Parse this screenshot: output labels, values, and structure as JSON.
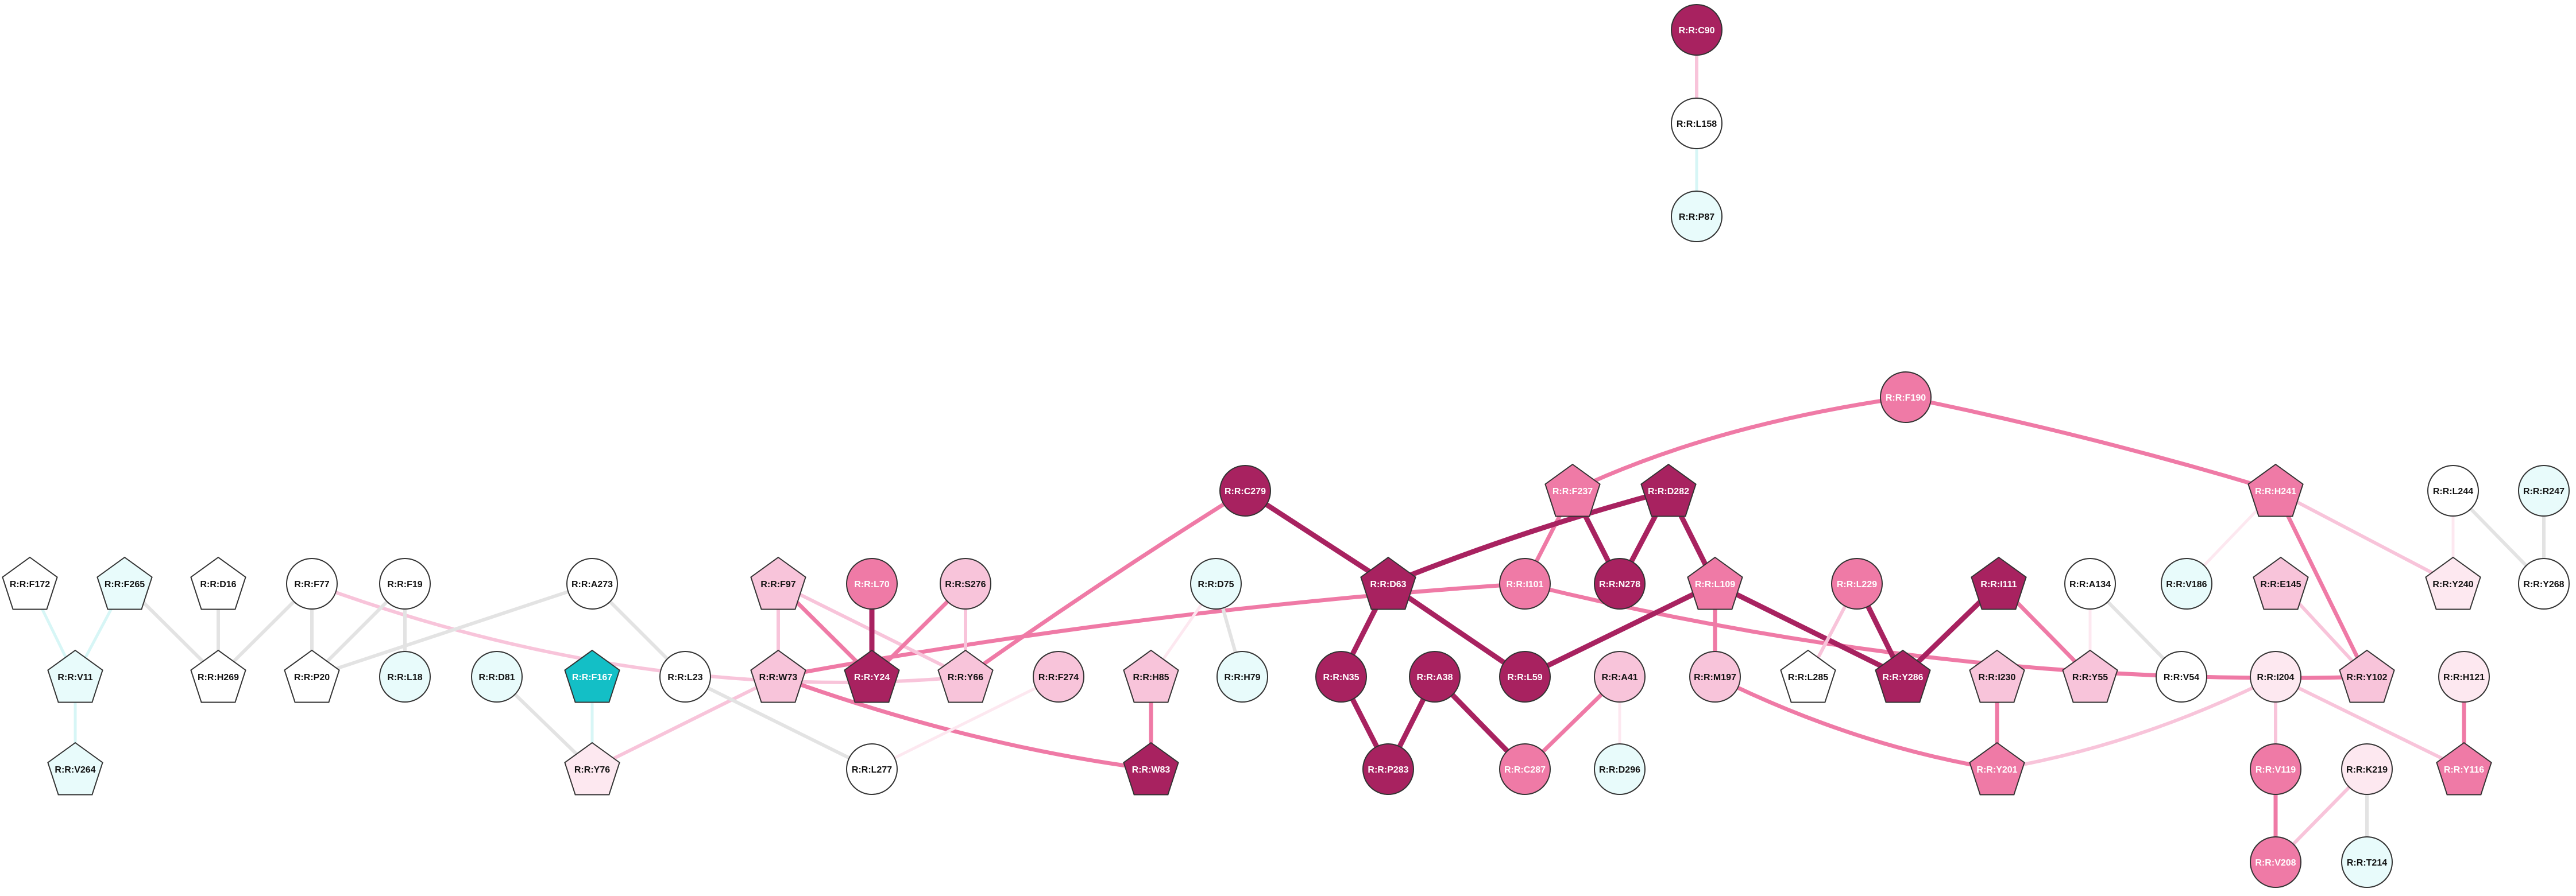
{
  "colors": {
    "dark": "#a82260",
    "mid": "#ef7aa6",
    "light": "#f8c4da",
    "pale": "#fde8f0",
    "white": "#ffffff",
    "cyan_pale": "#e8fbfb",
    "cyan": "#13bfc6",
    "edge_gray": "#e3e3e3",
    "edge_cyan": "#d7f6f6",
    "outline": "#333333"
  },
  "nodes": [
    {
      "id": "C90",
      "label": "R:R:C90",
      "shape": "circle",
      "color": "dark"
    },
    {
      "id": "L158",
      "label": "R:R:L158",
      "shape": "circle",
      "color": "white"
    },
    {
      "id": "P87",
      "label": "R:R:P87",
      "shape": "circle",
      "color": "cyan_pale"
    },
    {
      "id": "F190",
      "label": "R:R:F190",
      "shape": "circle",
      "color": "mid"
    },
    {
      "id": "F237",
      "label": "R:R:F237",
      "shape": "pentagon",
      "color": "mid"
    },
    {
      "id": "D282",
      "label": "R:R:D282",
      "shape": "pentagon",
      "color": "dark"
    },
    {
      "id": "H241",
      "label": "R:R:H241",
      "shape": "pentagon",
      "color": "mid"
    },
    {
      "id": "L244",
      "label": "R:R:L244",
      "shape": "circle",
      "color": "white"
    },
    {
      "id": "R247",
      "label": "R:R:R247",
      "shape": "circle",
      "color": "cyan_pale"
    },
    {
      "id": "C279",
      "label": "R:R:C279",
      "shape": "circle",
      "color": "dark"
    },
    {
      "id": "D63",
      "label": "R:R:D63",
      "shape": "pentagon",
      "color": "dark"
    },
    {
      "id": "I101",
      "label": "R:R:I101",
      "shape": "circle",
      "color": "mid"
    },
    {
      "id": "N278",
      "label": "R:R:N278",
      "shape": "circle",
      "color": "dark"
    },
    {
      "id": "L109",
      "label": "R:R:L109",
      "shape": "pentagon",
      "color": "mid"
    },
    {
      "id": "L229",
      "label": "R:R:L229",
      "shape": "circle",
      "color": "mid"
    },
    {
      "id": "I111",
      "label": "R:R:I111",
      "shape": "pentagon",
      "color": "dark"
    },
    {
      "id": "A134",
      "label": "R:R:A134",
      "shape": "circle",
      "color": "white"
    },
    {
      "id": "V186",
      "label": "R:R:V186",
      "shape": "circle",
      "color": "cyan_pale"
    },
    {
      "id": "E145",
      "label": "R:R:E145",
      "shape": "pentagon",
      "color": "light"
    },
    {
      "id": "Y240",
      "label": "R:R:Y240",
      "shape": "pentagon",
      "color": "pale"
    },
    {
      "id": "Y268",
      "label": "R:R:Y268",
      "shape": "circle",
      "color": "white"
    },
    {
      "id": "F172",
      "label": "R:R:F172",
      "shape": "pentagon",
      "color": "white"
    },
    {
      "id": "F265",
      "label": "R:R:F265",
      "shape": "pentagon",
      "color": "cyan_pale"
    },
    {
      "id": "D16",
      "label": "R:R:D16",
      "shape": "pentagon",
      "color": "white"
    },
    {
      "id": "F77",
      "label": "R:R:F77",
      "shape": "circle",
      "color": "white"
    },
    {
      "id": "F19",
      "label": "R:R:F19",
      "shape": "circle",
      "color": "white"
    },
    {
      "id": "A273",
      "label": "R:R:A273",
      "shape": "circle",
      "color": "white"
    },
    {
      "id": "F97",
      "label": "R:R:F97",
      "shape": "pentagon",
      "color": "light"
    },
    {
      "id": "L70",
      "label": "R:R:L70",
      "shape": "circle",
      "color": "mid"
    },
    {
      "id": "S276",
      "label": "R:R:S276",
      "shape": "circle",
      "color": "light"
    },
    {
      "id": "D75",
      "label": "R:R:D75",
      "shape": "circle",
      "color": "cyan_pale"
    },
    {
      "id": "V11",
      "label": "R:R:V11",
      "shape": "pentagon",
      "color": "cyan_pale"
    },
    {
      "id": "H269",
      "label": "R:R:H269",
      "shape": "pentagon",
      "color": "white"
    },
    {
      "id": "P20",
      "label": "R:R:P20",
      "shape": "pentagon",
      "color": "white"
    },
    {
      "id": "L18",
      "label": "R:R:L18",
      "shape": "circle",
      "color": "cyan_pale"
    },
    {
      "id": "D81",
      "label": "R:R:D81",
      "shape": "circle",
      "color": "cyan_pale"
    },
    {
      "id": "F167",
      "label": "R:R:F167",
      "shape": "pentagon",
      "color": "cyan"
    },
    {
      "id": "L23",
      "label": "R:R:L23",
      "shape": "circle",
      "color": "white"
    },
    {
      "id": "W73",
      "label": "R:R:W73",
      "shape": "pentagon",
      "color": "light"
    },
    {
      "id": "Y24",
      "label": "R:R:Y24",
      "shape": "pentagon",
      "color": "dark"
    },
    {
      "id": "Y66",
      "label": "R:R:Y66",
      "shape": "pentagon",
      "color": "light"
    },
    {
      "id": "F274",
      "label": "R:R:F274",
      "shape": "circle",
      "color": "light"
    },
    {
      "id": "H85",
      "label": "R:R:H85",
      "shape": "pentagon",
      "color": "light"
    },
    {
      "id": "H79",
      "label": "R:R:H79",
      "shape": "circle",
      "color": "cyan_pale"
    },
    {
      "id": "N35",
      "label": "R:R:N35",
      "shape": "circle",
      "color": "dark"
    },
    {
      "id": "A38",
      "label": "R:R:A38",
      "shape": "circle",
      "color": "dark"
    },
    {
      "id": "L59",
      "label": "R:R:L59",
      "shape": "circle",
      "color": "dark"
    },
    {
      "id": "A41",
      "label": "R:R:A41",
      "shape": "circle",
      "color": "light"
    },
    {
      "id": "M197",
      "label": "R:R:M197",
      "shape": "circle",
      "color": "light"
    },
    {
      "id": "L285",
      "label": "R:R:L285",
      "shape": "pentagon",
      "color": "white"
    },
    {
      "id": "Y286",
      "label": "R:R:Y286",
      "shape": "pentagon",
      "color": "dark"
    },
    {
      "id": "I230",
      "label": "R:R:I230",
      "shape": "pentagon",
      "color": "light"
    },
    {
      "id": "Y55",
      "label": "R:R:Y55",
      "shape": "pentagon",
      "color": "light"
    },
    {
      "id": "V54",
      "label": "R:R:V54",
      "shape": "circle",
      "color": "white"
    },
    {
      "id": "I204",
      "label": "R:R:I204",
      "shape": "circle",
      "color": "pale"
    },
    {
      "id": "Y102",
      "label": "R:R:Y102",
      "shape": "pentagon",
      "color": "light"
    },
    {
      "id": "H121",
      "label": "R:R:H121",
      "shape": "circle",
      "color": "pale"
    },
    {
      "id": "V264",
      "label": "R:R:V264",
      "shape": "pentagon",
      "color": "cyan_pale"
    },
    {
      "id": "Y76",
      "label": "R:R:Y76",
      "shape": "pentagon",
      "color": "pale"
    },
    {
      "id": "L277",
      "label": "R:R:L277",
      "shape": "circle",
      "color": "white"
    },
    {
      "id": "W83",
      "label": "R:R:W83",
      "shape": "pentagon",
      "color": "dark"
    },
    {
      "id": "P283",
      "label": "R:R:P283",
      "shape": "circle",
      "color": "dark"
    },
    {
      "id": "C287",
      "label": "R:R:C287",
      "shape": "circle",
      "color": "mid"
    },
    {
      "id": "D296",
      "label": "R:R:D296",
      "shape": "circle",
      "color": "cyan_pale"
    },
    {
      "id": "Y201",
      "label": "R:R:Y201",
      "shape": "pentagon",
      "color": "mid"
    },
    {
      "id": "V119",
      "label": "R:R:V119",
      "shape": "circle",
      "color": "mid"
    },
    {
      "id": "K219",
      "label": "R:R:K219",
      "shape": "circle",
      "color": "pale"
    },
    {
      "id": "Y116",
      "label": "R:R:Y116",
      "shape": "pentagon",
      "color": "mid"
    },
    {
      "id": "V208",
      "label": "R:R:V208",
      "shape": "circle",
      "color": "mid"
    },
    {
      "id": "T214",
      "label": "R:R:T214",
      "shape": "circle",
      "color": "cyan_pale"
    }
  ],
  "edges": [
    {
      "source": "C90",
      "target": "L158",
      "color": "light"
    },
    {
      "source": "L158",
      "target": "P87",
      "color": "edge_cyan"
    },
    {
      "source": "F190",
      "target": "F237",
      "color": "mid"
    },
    {
      "source": "F190",
      "target": "H241",
      "color": "mid"
    },
    {
      "source": "F237",
      "target": "N278",
      "color": "dark"
    },
    {
      "source": "F237",
      "target": "I101",
      "color": "mid"
    },
    {
      "source": "D282",
      "target": "D63",
      "color": "dark"
    },
    {
      "source": "D282",
      "target": "N278",
      "color": "dark"
    },
    {
      "source": "D282",
      "target": "L109",
      "color": "dark"
    },
    {
      "source": "C279",
      "target": "D63",
      "color": "dark"
    },
    {
      "source": "C279",
      "target": "Y66",
      "color": "mid"
    },
    {
      "source": "D63",
      "target": "N35",
      "color": "dark"
    },
    {
      "source": "D63",
      "target": "L59",
      "color": "dark"
    },
    {
      "source": "I101",
      "target": "W73",
      "color": "mid"
    },
    {
      "source": "I101",
      "target": "Y102",
      "color": "mid"
    },
    {
      "source": "L109",
      "target": "L59",
      "color": "dark"
    },
    {
      "source": "L109",
      "target": "M197",
      "color": "mid"
    },
    {
      "source": "L109",
      "target": "Y286",
      "color": "dark"
    },
    {
      "source": "L229",
      "target": "Y286",
      "color": "dark"
    },
    {
      "source": "L229",
      "target": "L285",
      "color": "light"
    },
    {
      "source": "I111",
      "target": "Y286",
      "color": "dark"
    },
    {
      "source": "I111",
      "target": "Y55",
      "color": "mid"
    },
    {
      "source": "A134",
      "target": "Y55",
      "color": "pale"
    },
    {
      "source": "A134",
      "target": "V54",
      "color": "edge_gray"
    },
    {
      "source": "H241",
      "target": "V186",
      "color": "pale"
    },
    {
      "source": "H241",
      "target": "Y240",
      "color": "light"
    },
    {
      "source": "H241",
      "target": "Y102",
      "color": "mid"
    },
    {
      "source": "E145",
      "target": "Y102",
      "color": "light"
    },
    {
      "source": "L244",
      "target": "Y240",
      "color": "pale"
    },
    {
      "source": "L244",
      "target": "Y268",
      "color": "edge_gray"
    },
    {
      "source": "R247",
      "target": "Y268",
      "color": "edge_gray"
    },
    {
      "source": "F172",
      "target": "V11",
      "color": "edge_cyan"
    },
    {
      "source": "F265",
      "target": "V11",
      "color": "edge_cyan"
    },
    {
      "source": "F265",
      "target": "H269",
      "color": "edge_gray"
    },
    {
      "source": "V11",
      "target": "V264",
      "color": "edge_cyan"
    },
    {
      "source": "D16",
      "target": "H269",
      "color": "edge_gray"
    },
    {
      "source": "F77",
      "target": "H269",
      "color": "edge_gray"
    },
    {
      "source": "F77",
      "target": "P20",
      "color": "edge_gray"
    },
    {
      "source": "F77",
      "target": "Y66",
      "color": "light"
    },
    {
      "source": "F19",
      "target": "P20",
      "color": "edge_gray"
    },
    {
      "source": "F19",
      "target": "L18",
      "color": "edge_gray"
    },
    {
      "source": "A273",
      "target": "P20",
      "color": "edge_gray"
    },
    {
      "source": "A273",
      "target": "L23",
      "color": "edge_gray"
    },
    {
      "source": "F97",
      "target": "W73",
      "color": "light"
    },
    {
      "source": "F97",
      "target": "Y24",
      "color": "mid"
    },
    {
      "source": "F97",
      "target": "Y66",
      "color": "light"
    },
    {
      "source": "L70",
      "target": "Y24",
      "color": "dark"
    },
    {
      "source": "S276",
      "target": "Y24",
      "color": "mid"
    },
    {
      "source": "S276",
      "target": "Y66",
      "color": "light"
    },
    {
      "source": "D75",
      "target": "H85",
      "color": "pale"
    },
    {
      "source": "D75",
      "target": "H79",
      "color": "edge_gray"
    },
    {
      "source": "D81",
      "target": "Y76",
      "color": "edge_gray"
    },
    {
      "source": "F167",
      "target": "Y76",
      "color": "edge_cyan"
    },
    {
      "source": "W73",
      "target": "Y76",
      "color": "light"
    },
    {
      "source": "W73",
      "target": "W83",
      "color": "mid"
    },
    {
      "source": "L23",
      "target": "L277",
      "color": "edge_gray"
    },
    {
      "source": "F274",
      "target": "L277",
      "color": "pale"
    },
    {
      "source": "H85",
      "target": "W83",
      "color": "mid"
    },
    {
      "source": "N35",
      "target": "P283",
      "color": "dark"
    },
    {
      "source": "A38",
      "target": "P283",
      "color": "dark"
    },
    {
      "source": "A38",
      "target": "C287",
      "color": "dark"
    },
    {
      "source": "A41",
      "target": "C287",
      "color": "mid"
    },
    {
      "source": "A41",
      "target": "D296",
      "color": "pale"
    },
    {
      "source": "M197",
      "target": "Y201",
      "color": "mid"
    },
    {
      "source": "I230",
      "target": "Y201",
      "color": "mid"
    },
    {
      "source": "I204",
      "target": "Y201",
      "color": "light"
    },
    {
      "source": "I204",
      "target": "V119",
      "color": "light"
    },
    {
      "source": "I204",
      "target": "Y116",
      "color": "light"
    },
    {
      "source": "H121",
      "target": "Y116",
      "color": "mid"
    },
    {
      "source": "V119",
      "target": "V208",
      "color": "mid"
    },
    {
      "source": "K219",
      "target": "V208",
      "color": "light"
    },
    {
      "source": "K219",
      "target": "T214",
      "color": "edge_gray"
    }
  ]
}
